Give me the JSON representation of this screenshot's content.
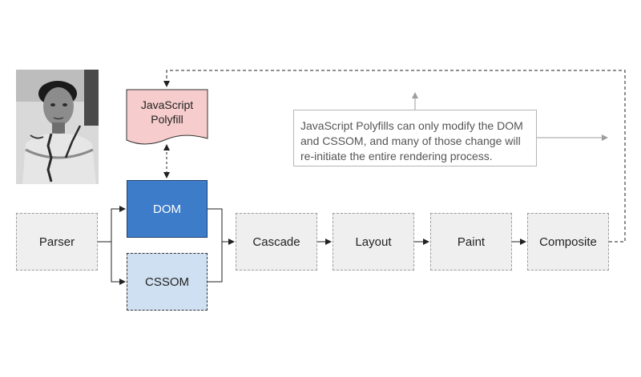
{
  "diagram": {
    "nodes": {
      "parser": "Parser",
      "dom": "DOM",
      "cssom": "CSSOM",
      "polyfill": "JavaScript Polyfill",
      "cascade": "Cascade",
      "layout": "Layout",
      "paint": "Paint",
      "composite": "Composite"
    },
    "note": "JavaScript Polyfills can only modify the DOM and CSSOM, and many of those change will re-initiate the entire rendering process."
  },
  "colors": {
    "stage_fill": "#efefef",
    "dom_fill": "#3d7cc9",
    "cssom_fill": "#cfe0f2",
    "polyfill_fill": "#f6cccc",
    "connector": "#222222",
    "note_border": "#b5b5b5"
  },
  "photo": {
    "icon": "portrait-photo"
  }
}
